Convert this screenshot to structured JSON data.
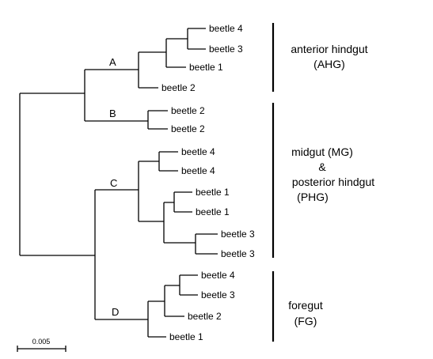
{
  "clades": {
    "A": "A",
    "B": "B",
    "C": "C",
    "D": "D"
  },
  "leaves": [
    "beetle 4",
    "beetle 3",
    "beetle 1",
    "beetle 2",
    "beetle 2",
    "beetle 2",
    "beetle 4",
    "beetle 4",
    "beetle 1",
    "beetle 1",
    "beetle 3",
    "beetle 3",
    "beetle 4",
    "beetle 3",
    "beetle 2",
    "beetle 1"
  ],
  "regions": {
    "ahg_line1": "anterior hindgut",
    "ahg_line2": "(AHG)",
    "mg_line1": "midgut (MG)",
    "mg_line2": "&",
    "mg_line3": "posterior hindgut",
    "mg_line4": "(PHG)",
    "fg_line1": "foregut",
    "fg_line2": "(FG)"
  },
  "scale_bar": {
    "label": "0.005"
  }
}
